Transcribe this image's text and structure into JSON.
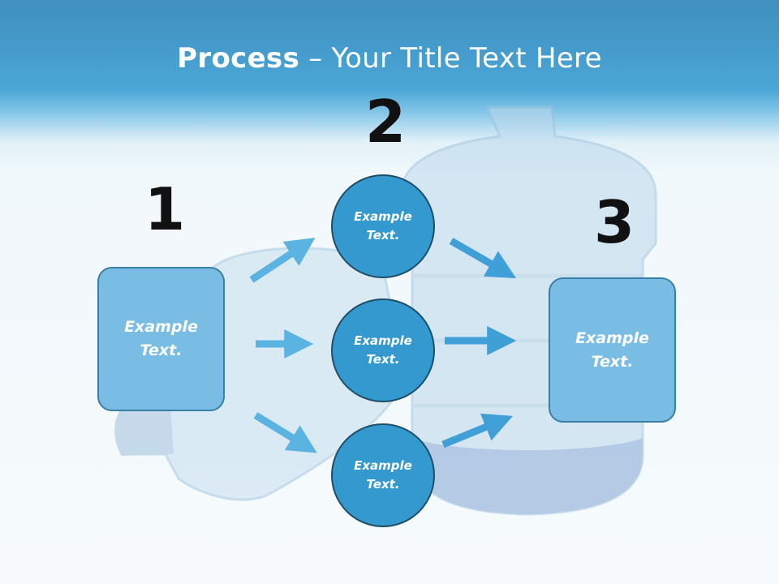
{
  "title": {
    "bold": "Process",
    "rest": " – Your Title Text Here"
  },
  "steps": [
    {
      "number": "1",
      "text": "Example Text."
    },
    {
      "number": "2",
      "items": [
        "Example Text.",
        "Example Text.",
        "Example Text."
      ]
    },
    {
      "number": "3",
      "text": "Example Text."
    }
  ],
  "colors": {
    "header": "#4aa6d6",
    "box_fill": "#79bde5",
    "circle_fill": "#3399cf",
    "arrow": "#3f9fd6",
    "number": "#111111"
  }
}
